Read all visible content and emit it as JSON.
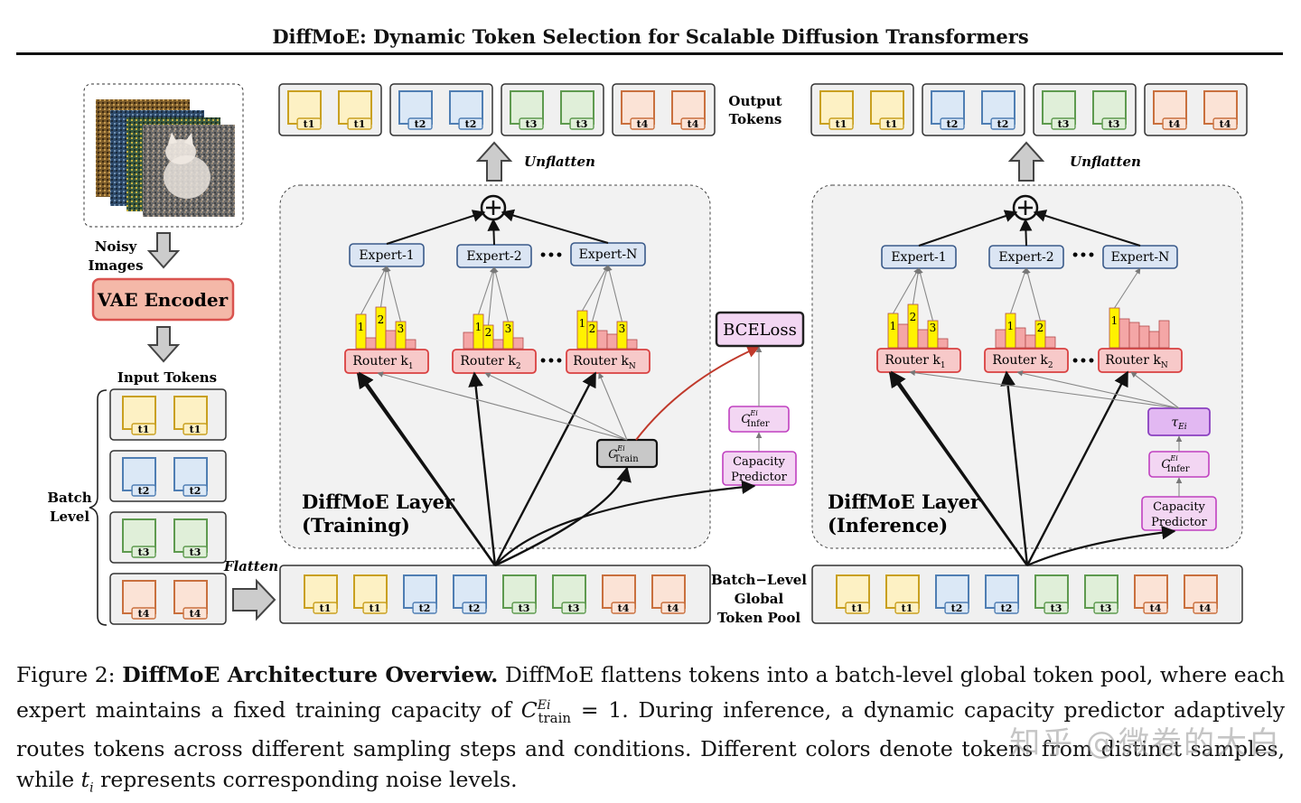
{
  "header": {
    "title": "DiffMoE: Dynamic Token Selection for Scalable Diffusion Transformers"
  },
  "figure": {
    "input": {
      "noisy_images_label": "Noisy Images",
      "vae_encoder_label": "VAE Encoder",
      "input_tokens_label": "Input Tokens",
      "batch_level_label": "Batch Level",
      "flatten_label": "Flatten"
    },
    "token_labels": [
      "t1",
      "t2",
      "t3",
      "t4"
    ],
    "output_tokens_label": "Output Tokens",
    "unflatten_label": "Unflatten",
    "pool_label": "Batch−Level Global Token Pool",
    "training": {
      "layer_label_line1": "DiffMoE Layer",
      "layer_label_line2": "(Training)",
      "experts": [
        "Expert-1",
        "Expert-2",
        "Expert-N"
      ],
      "routers": [
        "Router k",
        "Router k",
        "Router k"
      ],
      "router_subscripts": [
        "1",
        "2",
        "N"
      ],
      "ellipsis": "•••",
      "ctrain_label": "C",
      "ctrain_sup": "Ei",
      "ctrain_sub": "Train",
      "cinfer_sub": "Infer",
      "capacity_predictor": [
        "Capacity",
        "Predictor"
      ],
      "bce_loss": "BCELoss"
    },
    "inference": {
      "layer_label_line1": "DiffMoE Layer",
      "layer_label_line2": "(Inference)",
      "tau_label": "τ",
      "tau_sub": "Ei"
    },
    "bar_numbers": [
      "1",
      "2",
      "3"
    ]
  },
  "caption": {
    "prefix": "Figure 2: ",
    "bold": "DiffMoE Architecture Overview.",
    "text1": " DiffMoE flattens tokens into a batch-level global token pool, where each expert maintains a fixed training capacity of ",
    "math1": "C",
    "math1_sup": "Ei",
    "math1_sub": "train",
    "text2": " = 1. During inference, a dynamic capacity predictor adaptively routes tokens across different sampling steps and conditions. Different colors denote tokens from distinct samples, while ",
    "math2": "t",
    "math2_sub": "i",
    "text3": " represents corresponding noise levels."
  },
  "watermark": "知乎 @微卷的大白",
  "colors": {
    "t1_fill": "#fdf1c4",
    "t1_stroke": "#c9a020",
    "t2_fill": "#dbe8f6",
    "t2_stroke": "#4f7eb3",
    "t3_fill": "#e0efd9",
    "t3_stroke": "#5e9a4f",
    "t4_fill": "#fbe3d6",
    "t4_stroke": "#c9703e",
    "expert_fill": "#dbe5f3",
    "router_fill": "#f7c9c9",
    "router_stroke": "#d94040",
    "bar_yellow": "#fff200",
    "bar_pink": "#f4a6a6",
    "purple_fill": "#f3d6f3",
    "purple_stroke": "#c040c0",
    "vae_fill": "#f4b8a8",
    "vae_stroke": "#d9534f",
    "red_arrow": "#c0392b"
  }
}
